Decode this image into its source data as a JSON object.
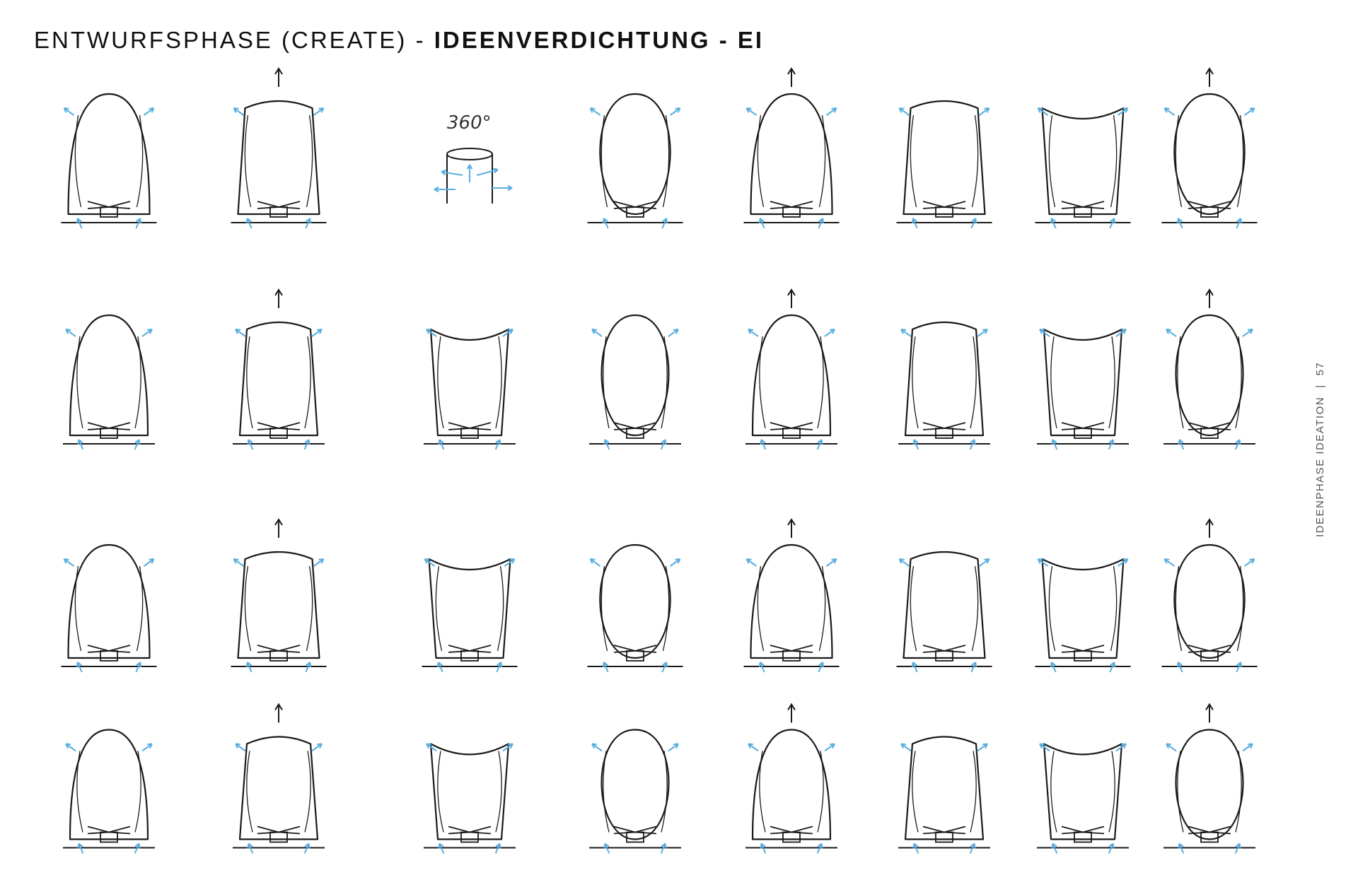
{
  "title": {
    "prefix": "ENTWURFSPHASE (CREATE) - ",
    "bold": "IDEENVERDICHTUNG - EI"
  },
  "side_label": {
    "text": "IDEENPHASE IDEATION",
    "separator": "|",
    "page_number": "57"
  },
  "annotations": {
    "rotation_label": "360°"
  },
  "colors": {
    "ink": "#1a1a1a",
    "airflow_arrows": "#5aaee0"
  },
  "sketch_grid": {
    "rows": 4,
    "columns": 8
  }
}
